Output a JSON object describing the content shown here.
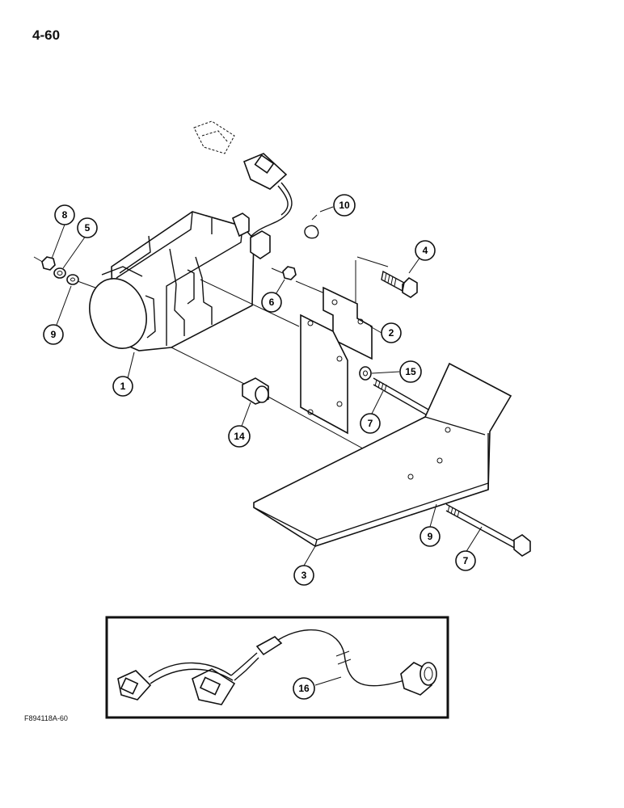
{
  "page": {
    "number": "4-60",
    "figure_code": "F894118A-60"
  },
  "callouts": [
    {
      "id": "c1",
      "label": "1"
    },
    {
      "id": "c2",
      "label": "2"
    },
    {
      "id": "c3",
      "label": "3"
    },
    {
      "id": "c4",
      "label": "4"
    },
    {
      "id": "c5",
      "label": "5"
    },
    {
      "id": "c6",
      "label": "6"
    },
    {
      "id": "c7a",
      "label": "7"
    },
    {
      "id": "c7b",
      "label": "7"
    },
    {
      "id": "c8",
      "label": "8"
    },
    {
      "id": "c9a",
      "label": "9"
    },
    {
      "id": "c9b",
      "label": "9"
    },
    {
      "id": "c10",
      "label": "10"
    },
    {
      "id": "c14",
      "label": "14"
    },
    {
      "id": "c15",
      "label": "15"
    },
    {
      "id": "c16",
      "label": "16"
    }
  ]
}
